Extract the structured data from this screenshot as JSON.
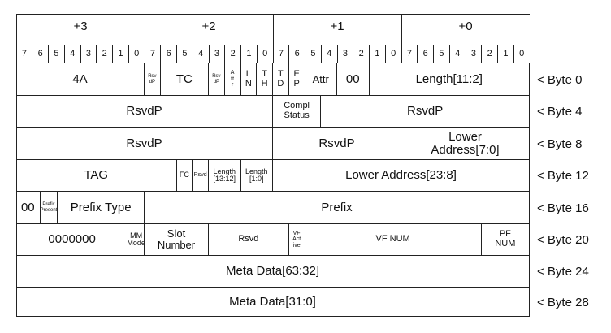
{
  "byte_headers": [
    "+3",
    "+2",
    "+1",
    "+0"
  ],
  "bit_numbers": [
    "7",
    "6",
    "5",
    "4",
    "3",
    "2",
    "1",
    "0"
  ],
  "rows": [
    {
      "label": "< Byte 0",
      "fields": [
        {
          "name": "4A",
          "text": "4A"
        },
        {
          "name": "rsvd-p",
          "text": "Rsv\ndP"
        },
        {
          "name": "tc",
          "text": "TC"
        },
        {
          "name": "rsvd-p-2",
          "text": "Rsv\ndP"
        },
        {
          "name": "attr-bit",
          "text": "A\ntt\nr"
        },
        {
          "name": "ln",
          "text": "L\nN"
        },
        {
          "name": "th",
          "text": "T\nH"
        },
        {
          "name": "td",
          "text": "T\nD"
        },
        {
          "name": "ep",
          "text": "E\nP"
        },
        {
          "name": "attr",
          "text": "Attr"
        },
        {
          "name": "at",
          "text": "00"
        },
        {
          "name": "length",
          "text": "Length[11:2]"
        }
      ]
    },
    {
      "label": "< Byte 4",
      "fields": [
        {
          "name": "rsvd-p",
          "text": "RsvdP"
        },
        {
          "name": "compl-status",
          "text": "Compl\nStatus"
        },
        {
          "name": "rsvd-p-2",
          "text": "RsvdP"
        }
      ]
    },
    {
      "label": "< Byte 8",
      "fields": [
        {
          "name": "rsvd-p",
          "text": "RsvdP"
        },
        {
          "name": "rsvd-p-2",
          "text": "RsvdP"
        },
        {
          "name": "lower-address",
          "text": "Lower\nAddress[7:0]"
        }
      ]
    },
    {
      "label": "< Byte 12",
      "fields": [
        {
          "name": "tag",
          "text": "TAG"
        },
        {
          "name": "fc",
          "text": "FC"
        },
        {
          "name": "rsvd",
          "text": "Rsvd"
        },
        {
          "name": "length-13-12",
          "text": "Length\n[13:12]"
        },
        {
          "name": "length-1-0",
          "text": "Length\n[1:0]"
        },
        {
          "name": "lower-address-23-8",
          "text": "Lower Address[23:8]"
        }
      ]
    },
    {
      "label": "< Byte 16",
      "fields": [
        {
          "name": "prefix-fmt",
          "text": "00"
        },
        {
          "name": "prefix-present",
          "text": "Prefix\nPresent"
        },
        {
          "name": "prefix-type",
          "text": "Prefix Type"
        },
        {
          "name": "prefix",
          "text": "Prefix"
        }
      ]
    },
    {
      "label": "< Byte 20",
      "fields": [
        {
          "name": "zeros",
          "text": "0000000"
        },
        {
          "name": "mm-mode",
          "text": "MM\nMode"
        },
        {
          "name": "slot-number",
          "text": "Slot\nNumber"
        },
        {
          "name": "rsvd",
          "text": "Rsvd"
        },
        {
          "name": "vf-active",
          "text": "VF\nAct\nive"
        },
        {
          "name": "vf-num",
          "text": "VF NUM"
        },
        {
          "name": "pf-num",
          "text": "PF\nNUM"
        }
      ]
    },
    {
      "label": "< Byte 24",
      "fields": [
        {
          "name": "meta-data-63-32",
          "text": "Meta Data[63:32]"
        }
      ]
    },
    {
      "label": "< Byte 28",
      "fields": [
        {
          "name": "meta-data-31-0",
          "text": "Meta Data[31:0]"
        }
      ]
    }
  ]
}
